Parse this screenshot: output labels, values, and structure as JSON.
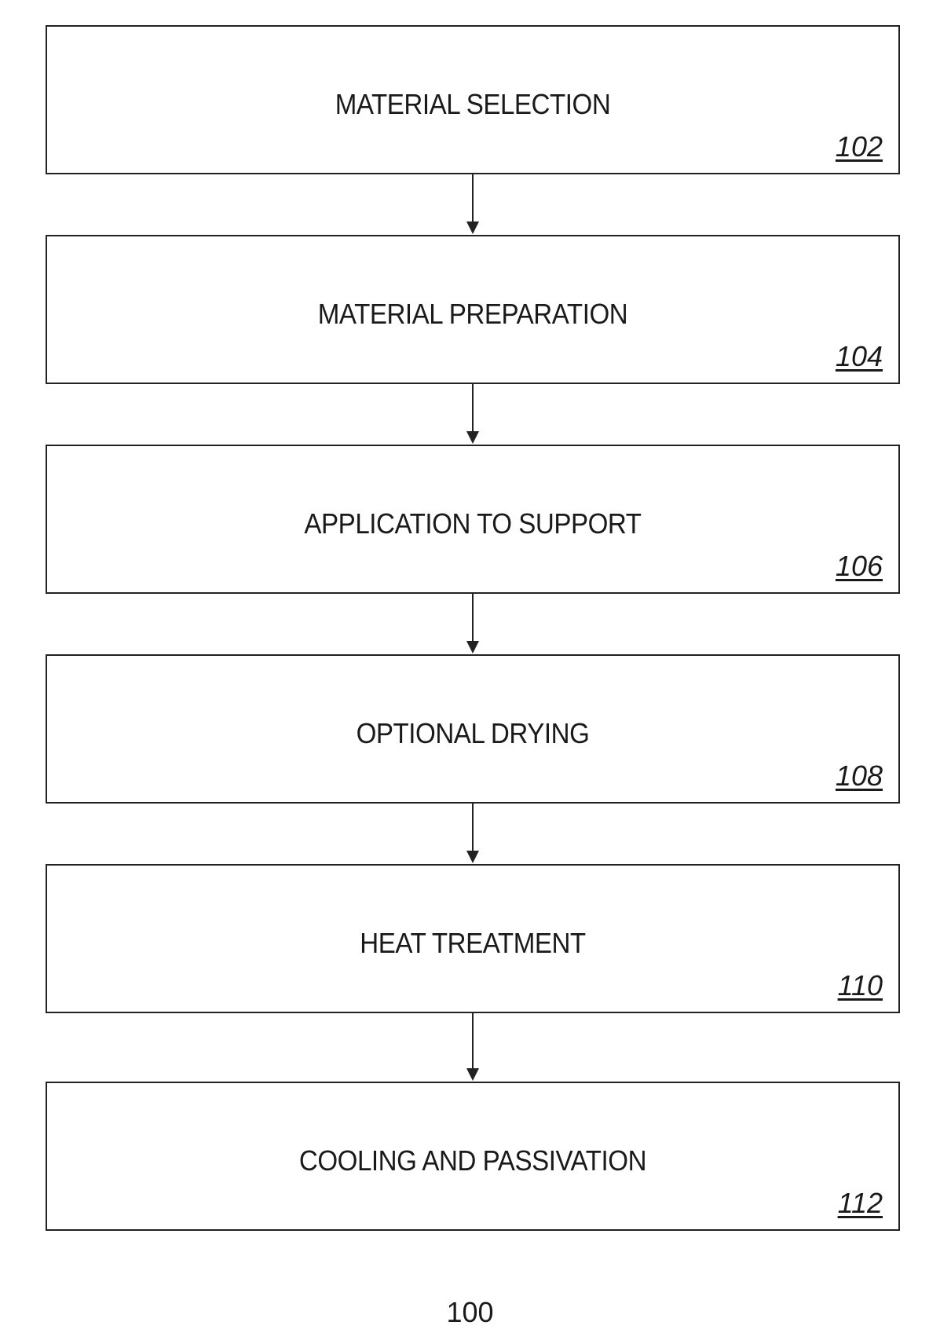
{
  "steps": [
    {
      "label": "MATERIAL SELECTION",
      "ref": "102"
    },
    {
      "label": "MATERIAL PREPARATION",
      "ref": "104"
    },
    {
      "label": "APPLICATION TO SUPPORT",
      "ref": "106"
    },
    {
      "label": "OPTIONAL DRYING",
      "ref": "108"
    },
    {
      "label": "HEAT TREATMENT",
      "ref": "110"
    },
    {
      "label": "COOLING AND PASSIVATION",
      "ref": "112"
    }
  ],
  "figure": {
    "ref": "100"
  }
}
